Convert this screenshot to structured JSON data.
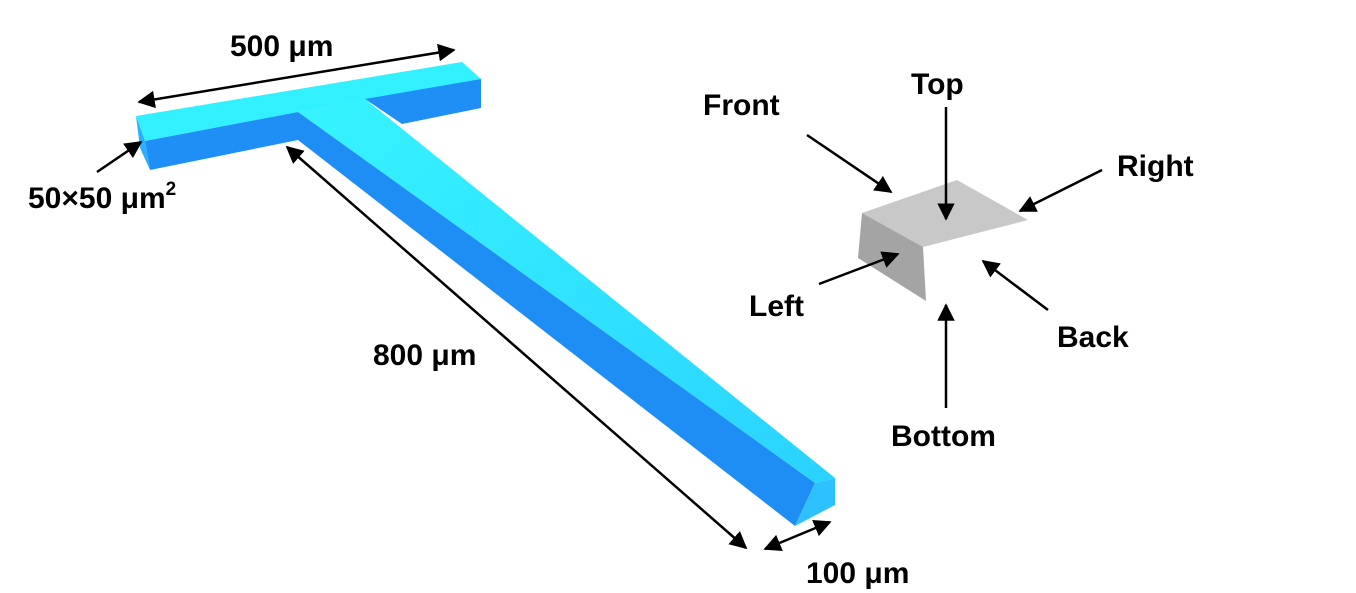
{
  "dimensions": {
    "crossbar_length": {
      "value": "500",
      "unit": "μm"
    },
    "cross_section": {
      "value": "50×50",
      "unit": "μm",
      "superscript": "2"
    },
    "stem_length": {
      "value": "800",
      "unit": "μm"
    },
    "stem_width": {
      "value": "100",
      "unit": "μm"
    }
  },
  "orientation": {
    "top": "Top",
    "front": "Front",
    "right": "Right",
    "left": "Left",
    "back": "Back",
    "bottom": "Bottom"
  },
  "colors": {
    "beam_top": "#33F0FF",
    "beam_side": "#1F8FF5",
    "beam_front": "#2DC2FF",
    "cube_top": "#C8C8C8",
    "cube_side": "#A4A4A4",
    "arrow": "#000000"
  }
}
